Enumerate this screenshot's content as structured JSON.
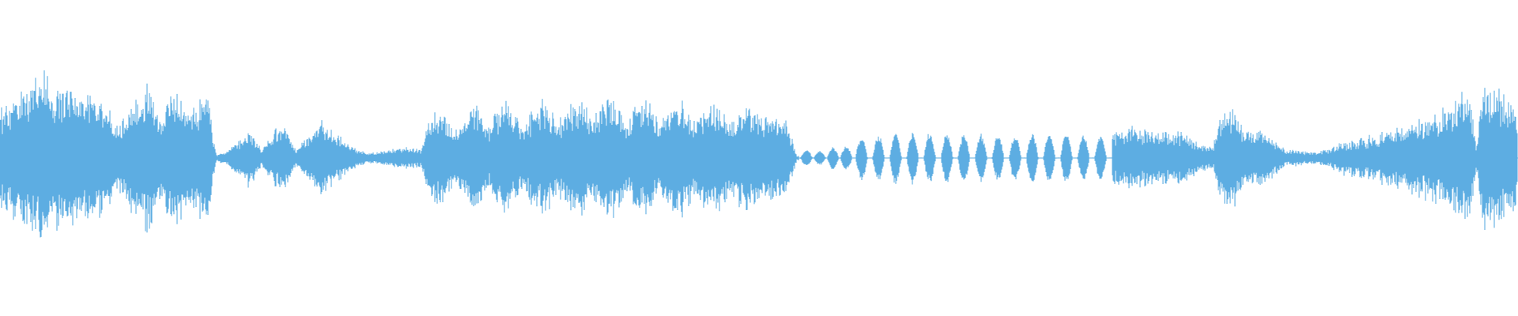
{
  "waveform": {
    "color": "#5dade2",
    "background": "#ffffff",
    "envelope": [
      [
        0.0,
        0.38
      ],
      [
        0.8,
        0.46
      ],
      [
        1.5,
        0.52
      ],
      [
        2.2,
        0.66
      ],
      [
        2.6,
        0.55
      ],
      [
        3.2,
        0.5
      ],
      [
        3.8,
        0.48
      ],
      [
        4.5,
        0.46
      ],
      [
        5.0,
        0.46
      ],
      [
        5.6,
        0.38
      ],
      [
        6.3,
        0.28
      ],
      [
        6.8,
        0.38
      ],
      [
        7.3,
        0.44
      ],
      [
        7.8,
        0.55
      ],
      [
        8.3,
        0.34
      ],
      [
        8.8,
        0.42
      ],
      [
        9.3,
        0.48
      ],
      [
        9.8,
        0.38
      ],
      [
        10.4,
        0.42
      ],
      [
        10.9,
        0.48
      ],
      [
        11.4,
        0.02
      ],
      [
        11.9,
        0.05
      ],
      [
        12.6,
        0.12
      ],
      [
        13.2,
        0.22
      ],
      [
        13.8,
        0.06
      ],
      [
        14.4,
        0.18
      ],
      [
        15.0,
        0.28
      ],
      [
        15.6,
        0.06
      ],
      [
        16.3,
        0.18
      ],
      [
        16.9,
        0.3
      ],
      [
        17.5,
        0.2
      ],
      [
        18.2,
        0.14
      ],
      [
        18.8,
        0.06
      ],
      [
        19.6,
        0.04
      ],
      [
        20.5,
        0.06
      ],
      [
        21.4,
        0.08
      ],
      [
        22.2,
        0.06
      ],
      [
        22.6,
        0.3
      ],
      [
        23.3,
        0.36
      ],
      [
        24.0,
        0.2
      ],
      [
        24.6,
        0.36
      ],
      [
        25.2,
        0.4
      ],
      [
        25.8,
        0.22
      ],
      [
        26.4,
        0.42
      ],
      [
        27.0,
        0.36
      ],
      [
        27.6,
        0.24
      ],
      [
        28.2,
        0.4
      ],
      [
        28.8,
        0.44
      ],
      [
        29.4,
        0.26
      ],
      [
        30.0,
        0.42
      ],
      [
        30.6,
        0.44
      ],
      [
        31.2,
        0.28
      ],
      [
        31.8,
        0.42
      ],
      [
        32.4,
        0.44
      ],
      [
        33.0,
        0.26
      ],
      [
        33.6,
        0.42
      ],
      [
        34.2,
        0.42
      ],
      [
        34.8,
        0.26
      ],
      [
        35.4,
        0.38
      ],
      [
        36.0,
        0.42
      ],
      [
        36.6,
        0.3
      ],
      [
        37.2,
        0.38
      ],
      [
        37.8,
        0.4
      ],
      [
        38.4,
        0.28
      ],
      [
        39.0,
        0.36
      ],
      [
        39.6,
        0.38
      ],
      [
        40.2,
        0.3
      ],
      [
        40.8,
        0.34
      ],
      [
        41.4,
        0.3
      ],
      [
        42.0,
        0.02
      ]
    ],
    "pulses": [
      [
        42.5,
        0.06
      ],
      [
        43.2,
        0.05
      ],
      [
        43.9,
        0.08
      ],
      [
        44.6,
        0.09
      ],
      [
        45.4,
        0.16
      ],
      [
        46.3,
        0.17
      ],
      [
        47.2,
        0.18
      ],
      [
        48.1,
        0.18
      ],
      [
        49.0,
        0.18
      ],
      [
        49.9,
        0.18
      ],
      [
        50.8,
        0.18
      ],
      [
        51.7,
        0.17
      ],
      [
        52.6,
        0.17
      ],
      [
        53.5,
        0.17
      ],
      [
        54.4,
        0.18
      ],
      [
        55.3,
        0.18
      ],
      [
        56.2,
        0.18
      ],
      [
        57.1,
        0.17
      ],
      [
        58.0,
        0.16
      ]
    ],
    "tail_envelope": [
      [
        58.9,
        0.22
      ],
      [
        59.6,
        0.24
      ],
      [
        60.3,
        0.2
      ],
      [
        61.0,
        0.22
      ],
      [
        61.7,
        0.18
      ],
      [
        62.4,
        0.2
      ],
      [
        63.1,
        0.12
      ],
      [
        63.9,
        0.08
      ],
      [
        64.4,
        0.32
      ],
      [
        65.0,
        0.4
      ],
      [
        65.6,
        0.2
      ],
      [
        66.1,
        0.18
      ],
      [
        66.6,
        0.22
      ],
      [
        67.2,
        0.12
      ],
      [
        67.8,
        0.06
      ],
      [
        68.4,
        0.06
      ],
      [
        69.0,
        0.04
      ],
      [
        69.6,
        0.05
      ],
      [
        70.2,
        0.08
      ],
      [
        70.8,
        0.12
      ],
      [
        71.4,
        0.14
      ],
      [
        72.0,
        0.16
      ],
      [
        72.6,
        0.18
      ],
      [
        73.2,
        0.22
      ],
      [
        73.8,
        0.24
      ],
      [
        74.4,
        0.26
      ],
      [
        75.0,
        0.3
      ],
      [
        75.6,
        0.34
      ],
      [
        76.2,
        0.38
      ],
      [
        76.8,
        0.46
      ],
      [
        77.4,
        0.52
      ],
      [
        77.8,
        0.1
      ],
      [
        78.2,
        0.55
      ],
      [
        78.6,
        0.58
      ],
      [
        79.2,
        0.5
      ],
      [
        80.0,
        0.4
      ]
    ]
  }
}
